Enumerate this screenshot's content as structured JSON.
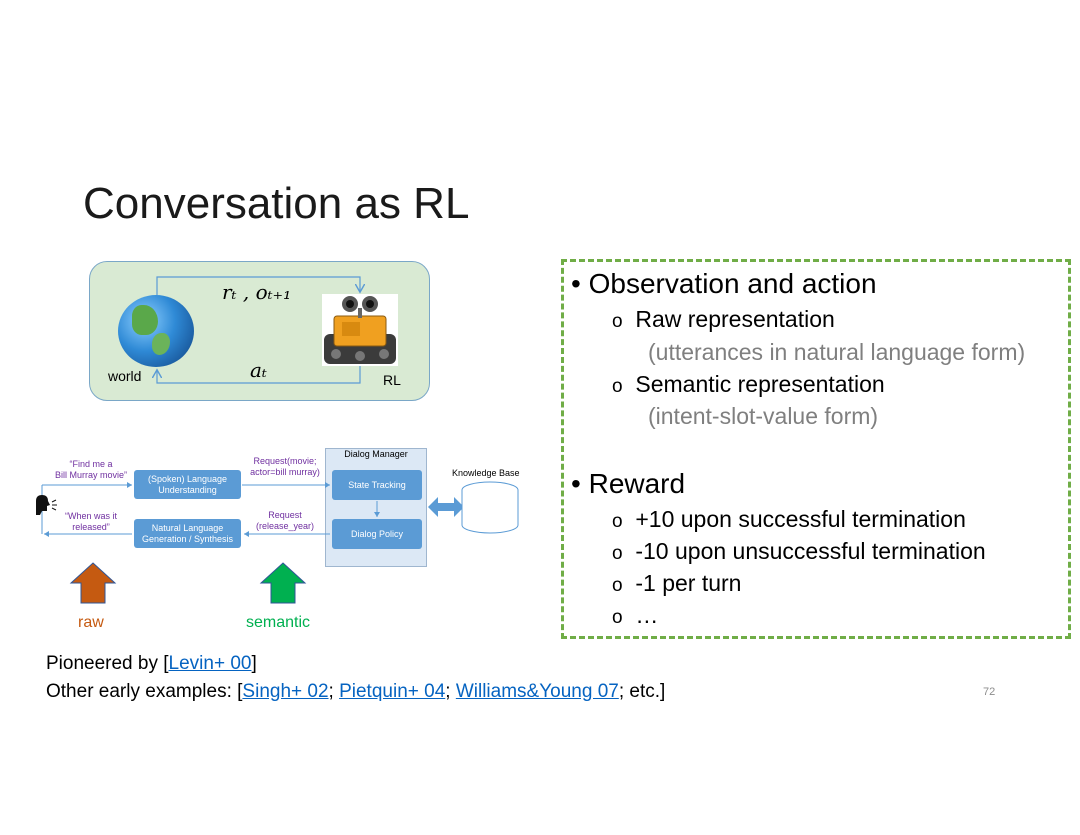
{
  "slide": {
    "title": "Conversation as RL",
    "page_number": "72"
  },
  "rl_loop": {
    "world_label": "world",
    "agent_label": "RL",
    "top_arrow_label": "rₜ , oₜ₊₁",
    "bottom_arrow_label": "aₜ",
    "colors": {
      "background": "#d9ead3",
      "border": "#7aa7c7",
      "arrow": "#5b9bd5"
    }
  },
  "dialog_system": {
    "user_utterance_1": "“Find me a\nBill Murray movie”",
    "user_utterance_2": "“When was it\nreleased”",
    "nlu_label": "(Spoken) Language\nUnderstanding",
    "nlg_label": "Natural Language\nGeneration / Synthesis",
    "request_1": "Request(movie;\nactor=bill murray)",
    "request_2": "Request\n(release_year)",
    "dialog_manager_title": "Dialog Manager",
    "state_tracking_label": "State Tracking",
    "dialog_policy_label": "Dialog Policy",
    "knowledge_base_label": "Knowledge Base",
    "raw_label": "raw",
    "semantic_label": "semantic",
    "colors": {
      "box": "#5b9bd5",
      "purple_text": "#7030a0",
      "raw_arrow": "#c55a11",
      "semantic_arrow": "#00b050"
    }
  },
  "bullets": {
    "observation": {
      "heading": "Observation and action",
      "items": [
        {
          "text": "Raw representation",
          "note": "(utterances in natural language form)"
        },
        {
          "text": "Semantic representation",
          "note": "(intent-slot-value form)"
        }
      ]
    },
    "reward": {
      "heading": "Reward",
      "items": [
        "+10 upon successful termination",
        "-10 upon unsuccessful termination",
        "-1 per turn",
        "…"
      ]
    },
    "bullet_symbol": "•",
    "sub_bullet_symbol": "o",
    "colors": {
      "border": "#70ad47",
      "note": "#7f7f7f"
    }
  },
  "footer": {
    "line1_prefix": "Pioneered by [",
    "line1_link": "Levin+ 00",
    "line1_suffix": "]",
    "line2_prefix": "Other early examples: [",
    "line2_link1": "Singh+ 02",
    "sep1": "; ",
    "line2_link2": "Pietquin+ 04",
    "sep2": "; ",
    "line2_link3": "Williams&Young 07",
    "line2_suffix": "; etc.]",
    "link_color": "#0563c1"
  }
}
